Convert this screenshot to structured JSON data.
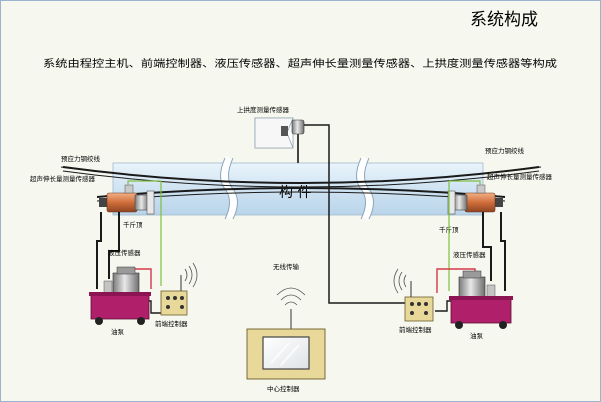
{
  "title": "系统构成",
  "subtitle": "系统由程控主机、前端控制器、液压传感器、超声伸长量测量传感器、上拱度测量传感器等构成",
  "labels": {
    "camber_sensor": "上拱度测量传感器",
    "strand_left": "预应力钢绞线",
    "strand_right": "预应力钢绞线",
    "ultrasonic_left": "超声伸长量测量传感器",
    "ultrasonic_right": "超声伸长量测量传感器",
    "member": "构 件",
    "jack_left": "千斤顶",
    "jack_right": "千斤顶",
    "hydraulic_left": "液压传感器",
    "hydraulic_right": "液压传感器",
    "wireless": "无线传输",
    "pump_left": "油泵",
    "pump_right": "油泵",
    "front_ctrl_left": "前端控制器",
    "front_ctrl_right": "前端控制器",
    "center_ctrl": "中心控制器"
  },
  "colors": {
    "member_fill": "#d3e7f5",
    "pump_body": "#b01f6a",
    "ctrl_box": "#e8d89a",
    "jack_body": "#cc6e3c",
    "sensor_wire": "#7fbf3f",
    "hydraulic_line": "#d23a4a",
    "cable": "#1a1a1a"
  }
}
